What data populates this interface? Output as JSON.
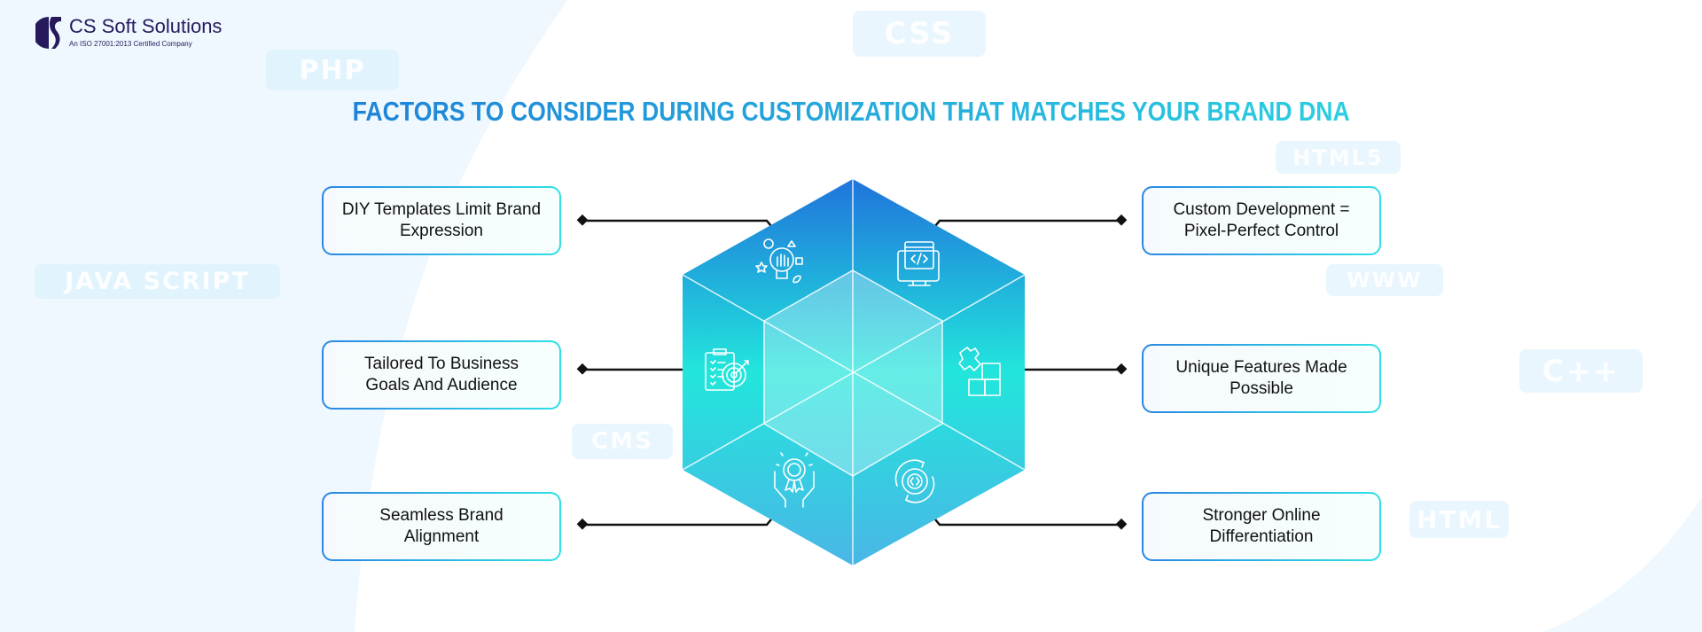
{
  "brand": {
    "name": "CS Soft Solutions",
    "tagline": "An ISO 27001:2013 Certified Company"
  },
  "title": "FACTORS TO CONSIDER DURING CUSTOMIZATION THAT MATCHES YOUR BRAND DNA",
  "watermarks": [
    "CSS",
    "PHP",
    "HTML5",
    "JAVA SCRIPT",
    "WWW",
    "C++",
    "CMS",
    "HTML"
  ],
  "colors": {
    "title_start": "#1f83d8",
    "title_end": "#2bcfe0",
    "hex_top": "#1f74db",
    "hex_mid": "#22e6dc",
    "hex_bottom": "#4ab6e6",
    "brand": "#261a5c"
  },
  "factors_left": [
    {
      "label": "DIY Templates Limit Brand Expression",
      "icon": "idea-hand-bulb-icon"
    },
    {
      "label": "Tailored To Business Goals And Audience",
      "icon": "clipboard-target-icon"
    },
    {
      "label": "Seamless Brand Alignment",
      "icon": "award-hands-icon"
    }
  ],
  "factors_right": [
    {
      "label": "Custom Development = Pixel-Perfect Control",
      "icon": "monitor-code-icon"
    },
    {
      "label": "Unique Features Made Possible",
      "icon": "puzzle-icon"
    },
    {
      "label": "Stronger Online Differentiation",
      "icon": "gear-code-cycle-icon"
    }
  ]
}
